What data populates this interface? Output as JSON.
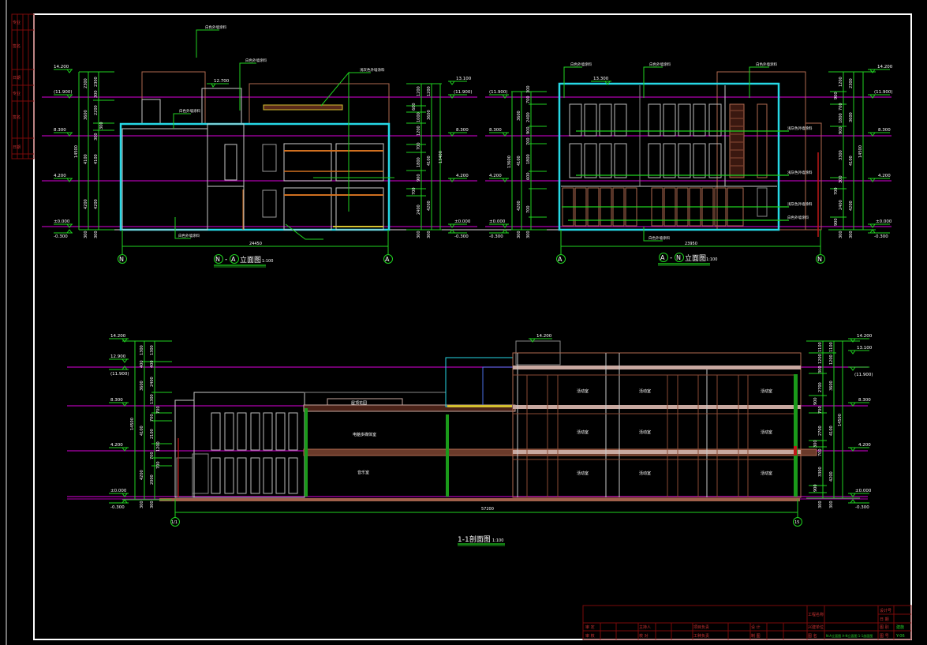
{
  "sheet": {
    "colors": {
      "background": "#000000",
      "frame": "#ffffff",
      "dimension": "#1fd21f",
      "level_line": "#b000b0",
      "outline": "#26d9e6",
      "wall": "#c8c8c8",
      "brown": "#b06a50",
      "orange": "#d07020",
      "titleblock": "#7a0a0a"
    }
  },
  "elevation_left": {
    "title": "立面图",
    "axis_start": "N",
    "axis_end": "A",
    "scale": "1:100",
    "total_width": "24450",
    "levels": [
      "14.200",
      "(11.900)",
      "8.300",
      "4.200",
      "±0.000",
      "-0.300"
    ],
    "peak_level": "12.700",
    "dims_outer": [
      "14500"
    ],
    "dims_mid": [
      "2300",
      "3600",
      "4100",
      "4200",
      "300"
    ],
    "dims_inner": [
      "2300",
      "300",
      "2200",
      "300",
      "300",
      "4100",
      "4200",
      "300"
    ],
    "notes": [
      "白色外墙涂料",
      "白色外墙涂料",
      "白色外墙涂料",
      "浅灰色外墙涂料",
      "白色外墙涂料"
    ]
  },
  "elevation_left_right_dims": {
    "levels": [
      "13.100",
      "(11.900)",
      "8.300",
      "4.200",
      "±0.000",
      "-0.300"
    ],
    "dims_inner": [
      "1200",
      "600",
      "1000",
      "1200",
      "300",
      "700",
      "700",
      "1800",
      "900",
      "700",
      "700",
      "2400",
      "300"
    ],
    "dims_mid": [
      "1200",
      "3600",
      "4100",
      "4200",
      "300"
    ],
    "dims_outer": [
      "13400"
    ]
  },
  "elevation_right": {
    "title": "立面图",
    "axis_start": "A",
    "axis_end": "N",
    "scale": "1:100",
    "total_width": "23950",
    "peak_level": "13.300",
    "levels_left": [
      "(11.900)",
      "8.300",
      "4.200",
      "±0.000",
      "-0.300"
    ],
    "levels_right": [
      "14.200",
      "(11.900)",
      "8.300",
      "4.200",
      "±0.000",
      "-0.300"
    ],
    "dims_left_outer": [
      "13600"
    ],
    "dims_left_mid": [
      "3600",
      "4100",
      "4200",
      "300"
    ],
    "dims_left_inner": [
      "300",
      "700",
      "2400",
      "900",
      "700",
      "1800",
      "600",
      "300",
      "700",
      "2400",
      "900",
      "300"
    ],
    "dims_right_inner": [
      "1200",
      "900",
      "700",
      "1800",
      "900",
      "3300",
      "300",
      "700",
      "2400",
      "900",
      "300"
    ],
    "dims_right_mid": [
      "2300",
      "3600",
      "4100",
      "4200",
      "300"
    ],
    "dims_right_outer": [
      "14500"
    ],
    "notes": [
      "白色外墙涂料",
      "白色外墙涂料",
      "白色外墙涂料",
      "浅灰色外墙涂料",
      "浅灰色外墙涂料",
      "浅灰色外墙涂料",
      "白色外墙涂料",
      "白色外墙涂料"
    ]
  },
  "section": {
    "title": "1-1剖面图",
    "scale": "1:100",
    "axis_start": "1/1",
    "axis_end": "15",
    "total_width": "57200",
    "top_level": "14.200",
    "levels_left": [
      "14.200",
      "12.900",
      "(11.900)",
      "8.300",
      "4.200",
      "±0.000",
      "-0.300"
    ],
    "levels_right": [
      "14.200",
      "13.100",
      "(11.900)",
      "8.300",
      "4.200",
      "±0.000",
      "-0.300"
    ],
    "dims_left_outer": [
      "14500"
    ],
    "dims_left_mid": [
      "1300",
      "400",
      "3600",
      "4100",
      "4200",
      "300"
    ],
    "dims_left_inner": [
      "1300",
      "400",
      "2400",
      "1300",
      "700",
      "700",
      "2100",
      "1200",
      "700",
      "700",
      "2000",
      "300"
    ],
    "dims_right_inner": [
      "1100",
      "1200",
      "300",
      "2700",
      "900",
      "700",
      "2700",
      "300",
      "700",
      "3300",
      "900",
      "300"
    ],
    "dims_right_mid": [
      "1100",
      "1200",
      "3600",
      "4100",
      "4200",
      "300"
    ],
    "dims_right_outer": [
      "14500"
    ],
    "rooms": {
      "roof_terrace": "屋顶花园",
      "multipurpose": "电脑多媒体室",
      "music": "音乐室",
      "activity": [
        "活动室",
        "活动室",
        "活动室",
        "活动室",
        "活动室",
        "活动室",
        "活动室",
        "活动室",
        "活动室"
      ]
    }
  },
  "title_block": {
    "project_label": "工程名称",
    "design_no_label": "设计号",
    "date_label": "日 期",
    "sheet_label": "图 别",
    "sheet_value": "建施",
    "number_label": "图 号",
    "number_value": "Y-06",
    "drawing_name_label": "图 名",
    "drawing_name_value": "N-A立面图 A-N立面图 1-1剖面图",
    "row1": [
      "审 定",
      "主持人",
      "项目负责",
      "设 计",
      "兴建单位"
    ],
    "row2": [
      "审 核",
      "校 对",
      "工种负责",
      "制 图"
    ]
  },
  "side_stamp": {
    "labels": [
      "专业",
      "签名",
      "日期",
      "专业",
      "签名",
      "日期"
    ]
  }
}
